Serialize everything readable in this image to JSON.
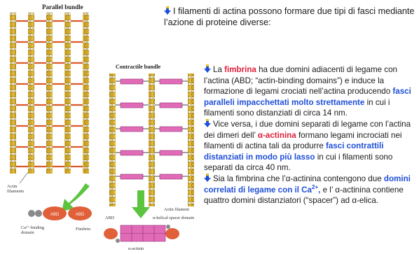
{
  "figure": {
    "parallel_title": "Parallel bundle",
    "contractile_title": "Contractile bundle",
    "actin_filaments_label_1": "Actin",
    "actin_filaments_label_2": "filaments",
    "abd_label": "ABD",
    "ca_label_1": "Ca²⁺-binding",
    "ca_label_2": "domain",
    "fimbrin_label": "Fimbrin",
    "actin_filament_label": "Actin filament",
    "spacer_label": "α-helical spacer domain",
    "abd_label_2": "ABD",
    "alpha_actinin_label": "α-actinin"
  },
  "intro": {
    "text": "I filamenti di actina possono formare due tipi di fasci mediante l’azione di proteine diverse:"
  },
  "p1": {
    "a": "La ",
    "b": "fimbrina",
    "c": " ha due domini adiacenti di legame con l’actina (ABD; “actin-binding domains”) e induce la formazione di legami crociati nell’actina producendo ",
    "d": "fasci paralleli impacchettati molto strettamente",
    "e": " in cui i filamenti sono distanziati di circa 14 nm."
  },
  "p2": {
    "a": "Vice versa, i due domini separati di legame con l’actina dei dimeri dell’ ",
    "b": "α-actinina",
    "c": " formano legami incrociati nei filamenti di actina tali da produrre ",
    "d": "fasci contrattili distanziati in modo più lasso",
    "e": " in cui i filamenti sono separati da circa 40 nm."
  },
  "p3": {
    "a": "Sia la fimbrina che l’α-actinina contengono due ",
    "b": "domini correlati di legame con il Ca",
    "b_sup": "2+",
    "b_end": ",",
    "c": " e l’ α-actinina contiene quattro domini distanziatori (“spacer”) ad α-elica."
  },
  "colors": {
    "actin": "#d9b43a",
    "fimbrin": "#d95a2b",
    "spacer": "#e26bb8",
    "arrow": "#5cc43f",
    "red_text": "#e0203a",
    "blue_text": "#1f4fd6"
  }
}
